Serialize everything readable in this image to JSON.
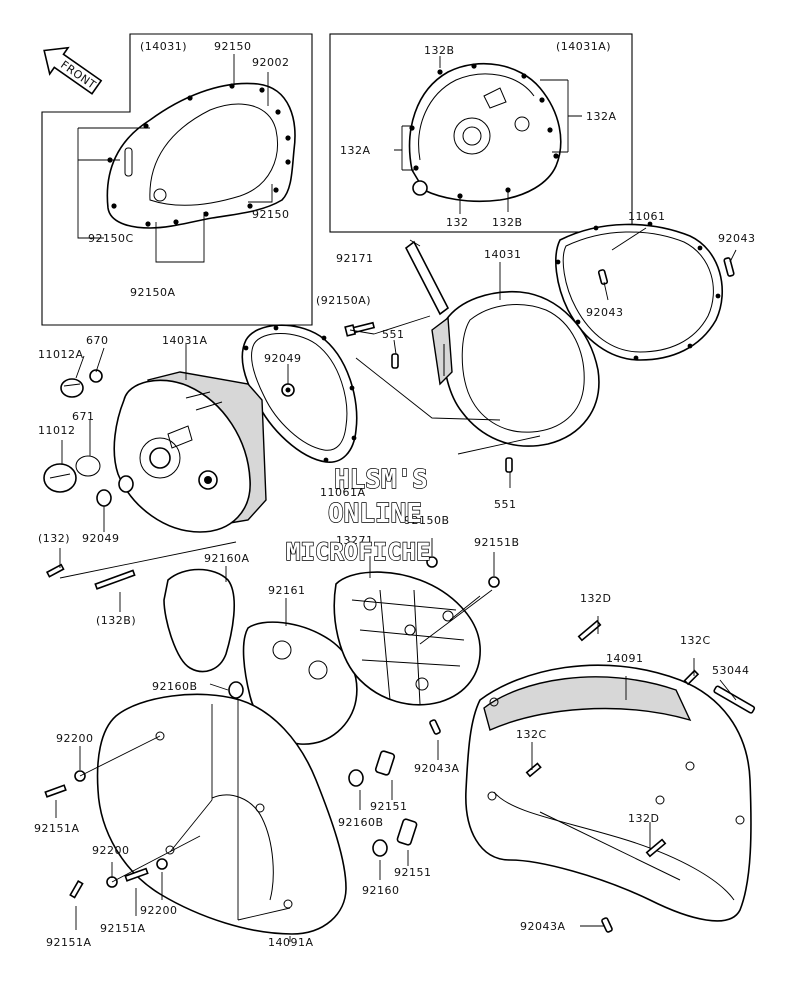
{
  "front_arrow": {
    "text": "FRONT",
    "icon": "front-arrow-icon"
  },
  "watermark": {
    "line1": "HLSM'S",
    "line2": "ONLINE",
    "line3": "MICROFICHE"
  },
  "box1": {
    "labels": [
      "(14031)",
      "92150",
      "92002",
      "92150",
      "92150C",
      "92150A"
    ]
  },
  "box2": {
    "labels": [
      "132B",
      "(14031A)",
      "132A",
      "132A",
      "132",
      "132B"
    ]
  },
  "parts": {
    "p11061": "11061",
    "p92043_top": "92043",
    "p92171": "92171",
    "p14031": "14031",
    "p92150A_paren": "(92150A)",
    "p551_top": "551",
    "p92043_mid": "92043",
    "p670": "670",
    "p11012A": "11012A",
    "p14031A": "14031A",
    "p92049_top": "92049",
    "p671": "671",
    "p11012": "11012",
    "p11061A": "11061A",
    "p551_bot": "551",
    "p132_paren": "(132)",
    "p92049_bot": "92049",
    "p92150B": "92150B",
    "p13271": "13271",
    "p92151B": "92151B",
    "p92160A": "92160A",
    "p132B_paren": "(132B)",
    "p92161": "92161",
    "p132D_top": "132D",
    "p132C_top": "132C",
    "p14091": "14091",
    "p53044": "53044",
    "p92160B_top": "92160B",
    "p92200_left": "92200",
    "p132C_mid": "132C",
    "p92043A_mid": "92043A",
    "p92151A_left": "92151A",
    "p92151_mid": "92151",
    "p92160B_mid": "92160B",
    "p132D_bot": "132D",
    "p92200_b1": "92200",
    "p92151_bot": "92151",
    "p92160": "92160",
    "p92151A_mid": "92151A",
    "p92200_b2": "92200",
    "p92043A_bot": "92043A",
    "p92151A_bot": "92151A",
    "p14091A": "14091A"
  }
}
